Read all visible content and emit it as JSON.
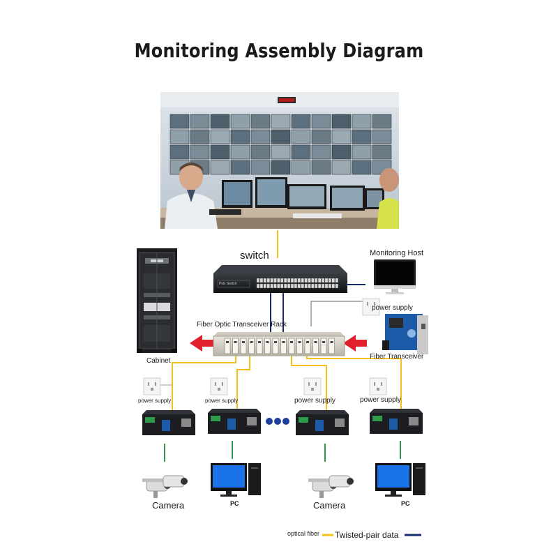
{
  "title": "Monitoring Assembly Diagram",
  "nodes": {
    "switch": "switch",
    "switch_panel_text": "PoE Switch",
    "monitoring_host": "Monitoring Host",
    "power_supply": "power supply",
    "fiber_rack": "Fiber Optic Transceiver Rack",
    "cabinet": "Cabinet",
    "fiber_transceiver": "Fiber Transceiver",
    "camera": "Camera",
    "pc": "PC"
  },
  "legend": {
    "optical_fiber": "optical fiber",
    "twisted_pair": "Twisted-pair data"
  },
  "colors": {
    "optical_fiber": "#f2c21b",
    "twisted_pair": "#1a2a6e",
    "device_link": "#2e9a4a",
    "arrow": "#e0202a",
    "monitor_screen": "#1a73e8"
  },
  "icons": [
    "monitoring-room-photo",
    "network-switch-icon",
    "computer-icon",
    "wall-outlet-icon",
    "server-cabinet-icon",
    "fiber-rack-icon",
    "fiber-transceiver-card-icon",
    "media-converter-icon",
    "cctv-camera-icon",
    "ellipsis-dots"
  ]
}
